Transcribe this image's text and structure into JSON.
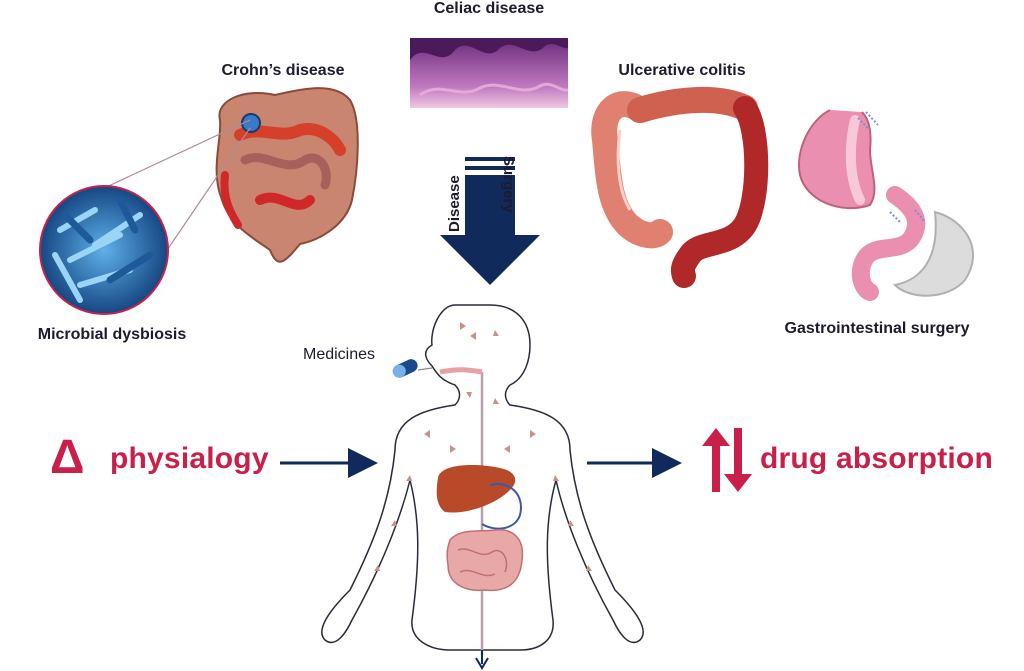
{
  "labels": {
    "celiac": "Celiac disease",
    "crohns": "Crohn’s disease",
    "ulcerative": "Ulcerative colitis",
    "microbial": "Microbial dysbiosis",
    "surgery": "Gastrointestinal surgery",
    "medicines": "Medicines",
    "physiology": "physialogy",
    "absorption": "drug absorption",
    "arrow_disease": "Disease",
    "arrow_surgery": "Surgery"
  },
  "symbols": {
    "delta": "Δ"
  },
  "colors": {
    "accent_red": "#c8204a",
    "navy": "#102a5c",
    "text": "#1c1c2e",
    "intestine": "#c86a5a",
    "colon_red": "#b82a2a",
    "tissue_purple": "#9a4a98",
    "bacteria_blue": "#2a74b8",
    "stomach_pink": "#ea8fb0",
    "liver": "#b84a2a"
  }
}
